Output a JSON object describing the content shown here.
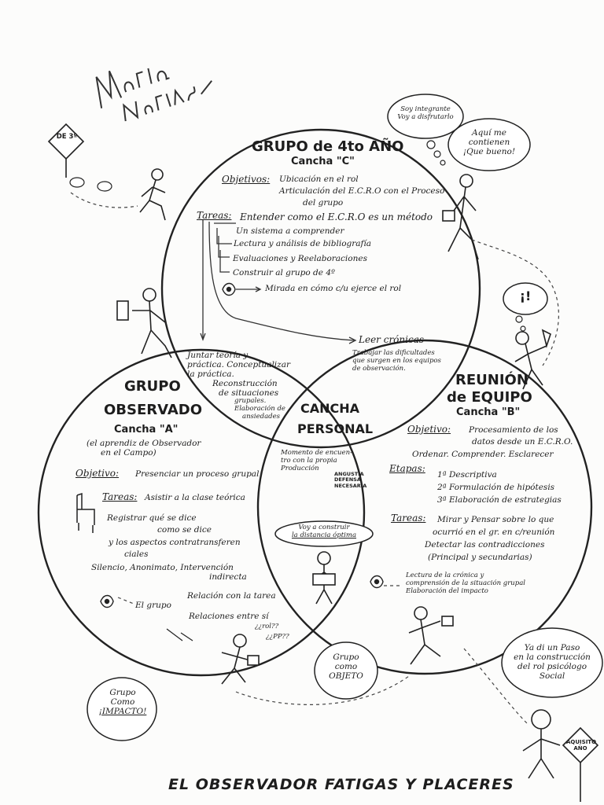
{
  "signature": "Maria Martinez",
  "signpost_left": "DE 3º",
  "signpost_right": "AQUISITO AÑO",
  "speech": {
    "integrante": [
      "Soy integrante",
      "Voy a disfrutarlo"
    ],
    "contiene": [
      "Aquí me",
      "contienen",
      "¡Que bueno!"
    ],
    "exclaim": "¡!",
    "impacto": [
      "Grupo",
      "Como",
      "¡IMPACTO!"
    ],
    "objeto": [
      "Grupo",
      "como",
      "OBJETO"
    ],
    "paso": [
      "Ya di un Paso",
      "en la construcción",
      "del rol psicólogo",
      "Social"
    ],
    "distancia": [
      "Voy a construir",
      "la distancia óptima"
    ]
  },
  "circle_c": {
    "title": "GRUPO de 4to AÑO",
    "subtitle": "Cancha \"C\"",
    "objetivos_label": "Objetivos:",
    "objetivos": [
      "Ubicación en el rol",
      "Articulación del E.C.R.O con el Proceso",
      "del grupo"
    ],
    "tareas_label": "Tareas:",
    "tareas": [
      "Entender como el E.C.R.O es un método",
      "Un sistema a comprender",
      "Lectura y análisis de bibliografía",
      "Evaluaciones y Reelaboraciones",
      "Construir al grupo de 4º"
    ],
    "mirada": "Mirada en cómo c/u ejerce el rol",
    "leer": "Leer crónicas",
    "trabajar": [
      "Trabajar las dificultades",
      "que surgen en los equipos",
      "de observación."
    ]
  },
  "overlap_ac": [
    "Juntar teoría y",
    "práctica. Conceptualizar",
    "la práctica.",
    "Reconstrucción",
    "de situaciones",
    "grupales.",
    "Elaboración de",
    "ansiedades"
  ],
  "circle_a": {
    "title": "GRUPO",
    "title2": "OBSERVADO",
    "subtitle": "Cancha \"A\"",
    "note": [
      "(el aprendiz de Observador",
      "en el Campo)"
    ],
    "objetivo_label": "Objetivo:",
    "objetivo": "Presenciar un proceso grupal",
    "tareas_label": "Tareas:",
    "tareas": [
      "Asistir a la clase teórica",
      "Registrar qué se dice",
      "como se dice",
      "y los aspectos contratransferen",
      "ciales"
    ],
    "silencio": [
      "Silencio, Anonimato, Intervención",
      "indirecta"
    ],
    "el_grupo": "El grupo",
    "relacion": "Relación con la tarea",
    "relaciones": [
      "Relaciones entre sí",
      "¿¿rol??",
      "¿¿PP??"
    ]
  },
  "personal": {
    "title": "CANCHA",
    "title2": "PERSONAL",
    "momento": [
      "Momento de encuen-",
      "tro con la propia",
      "Producción"
    ],
    "items": [
      "ANGUSTIA",
      "DEFENSA",
      "NECESARIA"
    ]
  },
  "circle_b": {
    "title": "REUNIÓN",
    "title2": "de EQUIPO",
    "subtitle": "Cancha \"B\"",
    "objetivo_label": "Objetivo:",
    "objetivo": [
      "Procesamiento de los",
      "datos desde un E.C.R.O.",
      "Ordenar. Comprender. Esclarecer"
    ],
    "etapas_label": "Etapas:",
    "etapas": [
      "1ª Descriptiva",
      "2ª Formulación de hipótesis",
      "3ª Elaboración de estrategias"
    ],
    "tareas_label": "Tareas:",
    "tareas": [
      "Mirar y Pensar sobre lo que",
      "ocurrió en el gr. en c/reunión",
      "Detectar las contradicciones",
      "(Principal y secundarias)"
    ],
    "lectura": [
      "Lectura de la crónica y",
      "comprensión de la situación grupal",
      "Elaboración del impacto"
    ]
  },
  "footer": "EL OBSERVADOR FATIGAS Y PLACERES"
}
